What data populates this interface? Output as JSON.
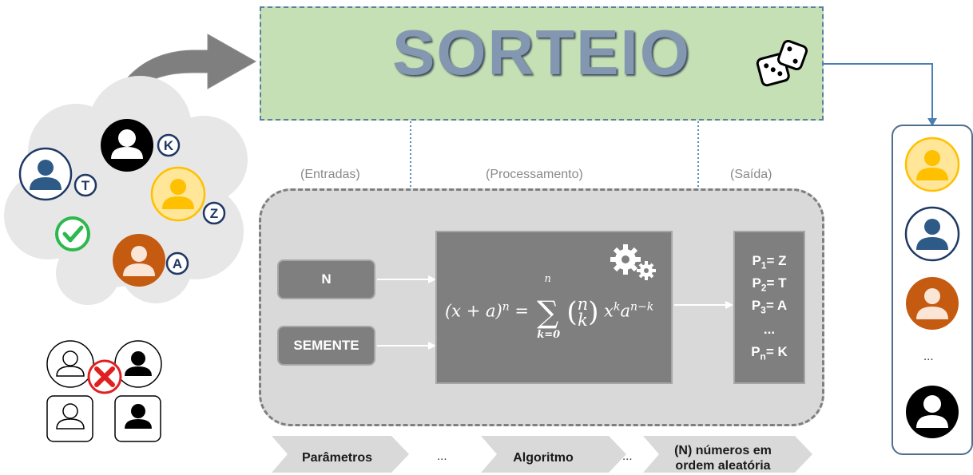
{
  "title": "SORTEIO",
  "stages": {
    "input_label": "(Entradas)",
    "process_label": "(Processamento)",
    "output_label": "(Saída)"
  },
  "inputs": {
    "n_label": "N",
    "seed_label": "SEMENTE"
  },
  "formula": {
    "lhs": "(x + a)",
    "lhs_exp": "n",
    "equals": "=",
    "sum_top": "n",
    "sum_bottom": "k=0",
    "binom_top": "n",
    "binom_bottom": "k",
    "term": "x",
    "term_exp": "k",
    "term2": "a",
    "term2_exp": "n−k"
  },
  "outputs": [
    {
      "p": "P",
      "sub": "1",
      "rest": "= Z"
    },
    {
      "p": "P",
      "sub": "2",
      "rest": "= T"
    },
    {
      "p": "P",
      "sub": "3",
      "rest": "= A"
    },
    {
      "ellipsis": "..."
    },
    {
      "p": "P",
      "sub": "n",
      "rest": "= K"
    }
  ],
  "steps": {
    "params": "Parâmetros",
    "dots1": "...",
    "algorithm": "Algoritmo",
    "dots2": "...",
    "result_line1": "(N) números em",
    "result_line2": "ordem aleatória"
  },
  "participant_letters": [
    "K",
    "T",
    "Z",
    "A"
  ],
  "right_list_ellipsis": "...",
  "colors": {
    "title_bg": "#c5e0b4",
    "title_text": "#8497b0",
    "panel_bg": "#d9d9d9",
    "box_gray": "#7f7f7f",
    "navy": "#1f3864",
    "user_blue": "#2e5a87",
    "user_yellow": "#ffc000",
    "user_orange": "#c55a11",
    "check_green": "#2db84d",
    "cross_red": "#e02020"
  }
}
